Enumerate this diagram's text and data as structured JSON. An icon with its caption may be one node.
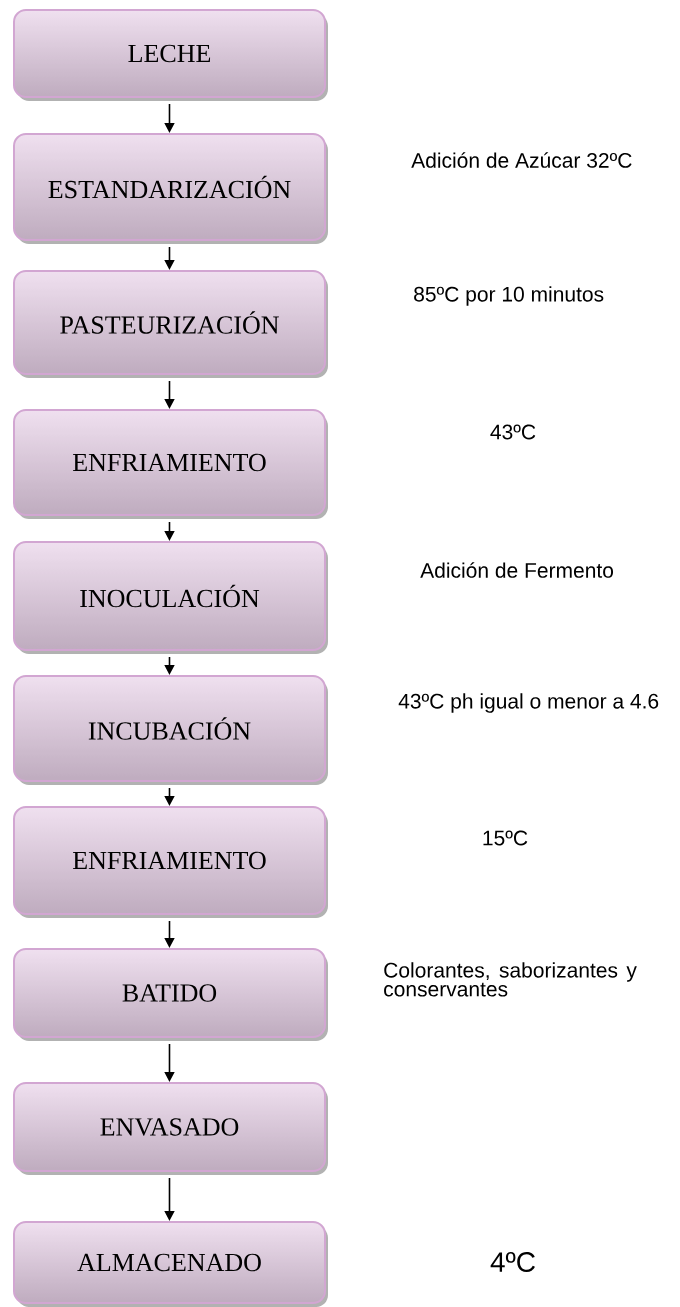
{
  "diagram": {
    "nodes": [
      {
        "text": [
          "LECHE"
        ]
      },
      {
        "text": [
          "ESTANDARIZACIÓN"
        ]
      },
      {
        "text": [
          "PASTEURIZACIÓN"
        ]
      },
      {
        "text": [
          "ENFRIAMIENTO"
        ]
      },
      {
        "text": [
          "INOCULACIÓN"
        ]
      },
      {
        "text": [
          "INCUBACIÓN"
        ]
      },
      {
        "text": [
          "ENFRIAMIENTO"
        ]
      },
      {
        "text": [
          "BATIDO"
        ]
      },
      {
        "text": [
          "ENVASADO"
        ]
      },
      {
        "text": [
          "ALMACENADO"
        ]
      }
    ],
    "edges": [
      {
        "from": 0,
        "to": 1,
        "arrow": "to"
      },
      {
        "from": 1,
        "to": 2,
        "arrow": "to"
      },
      {
        "from": 2,
        "to": 3,
        "arrow": "to"
      },
      {
        "from": 3,
        "to": 4,
        "arrow": "to"
      },
      {
        "from": 4,
        "to": 5,
        "arrow": "to"
      },
      {
        "from": 5,
        "to": 6,
        "arrow": "to"
      },
      {
        "from": 6,
        "to": 7,
        "arrow": "to"
      },
      {
        "from": 7,
        "to": 8,
        "arrow": "to"
      },
      {
        "from": 8,
        "to": 9,
        "arrow": "to"
      }
    ],
    "labels": [
      "Adición de Azúcar 32ºC",
      "85ºC por 10 minutos",
      "43ºC",
      "Adición de Fermento",
      "43ºC ph igual o menor a 4.6",
      "15ºC",
      "Colorantes, saborizantes y conservantes",
      "4ºC"
    ]
  }
}
